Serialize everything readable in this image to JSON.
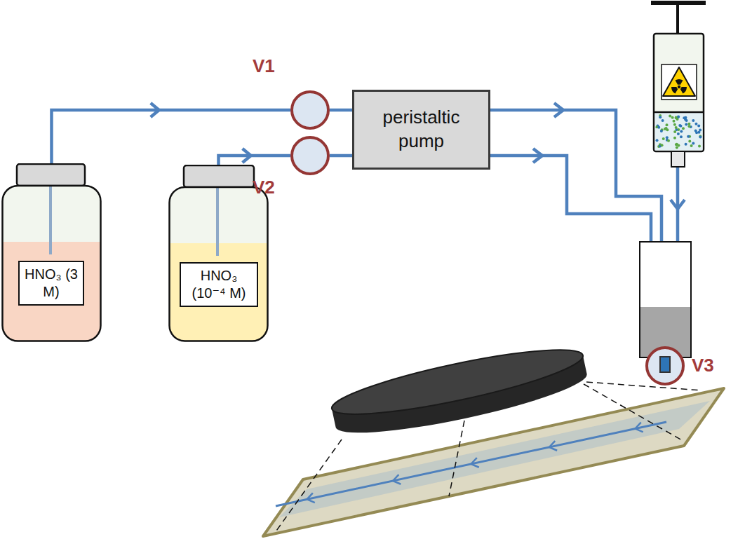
{
  "diagram": {
    "nodes": [
      {
        "text": [
          "HNO₃ (3 M)"
        ]
      },
      {
        "text": [
          "HNO₃ (10⁻⁴ M)"
        ]
      },
      {
        "text": [
          "V1"
        ]
      },
      {
        "text": [
          "V2"
        ]
      },
      {
        "text": [
          "peristaltic pump"
        ]
      },
      {
        "text": [
          "V3"
        ]
      }
    ],
    "edges": [
      {
        "from": 0,
        "to": 2,
        "arrow": "to"
      },
      {
        "from": 2,
        "to": 4,
        "arrow": "none"
      },
      {
        "from": 1,
        "to": 3,
        "arrow": "to"
      },
      {
        "from": 3,
        "to": 4,
        "arrow": "none"
      }
    ]
  }
}
